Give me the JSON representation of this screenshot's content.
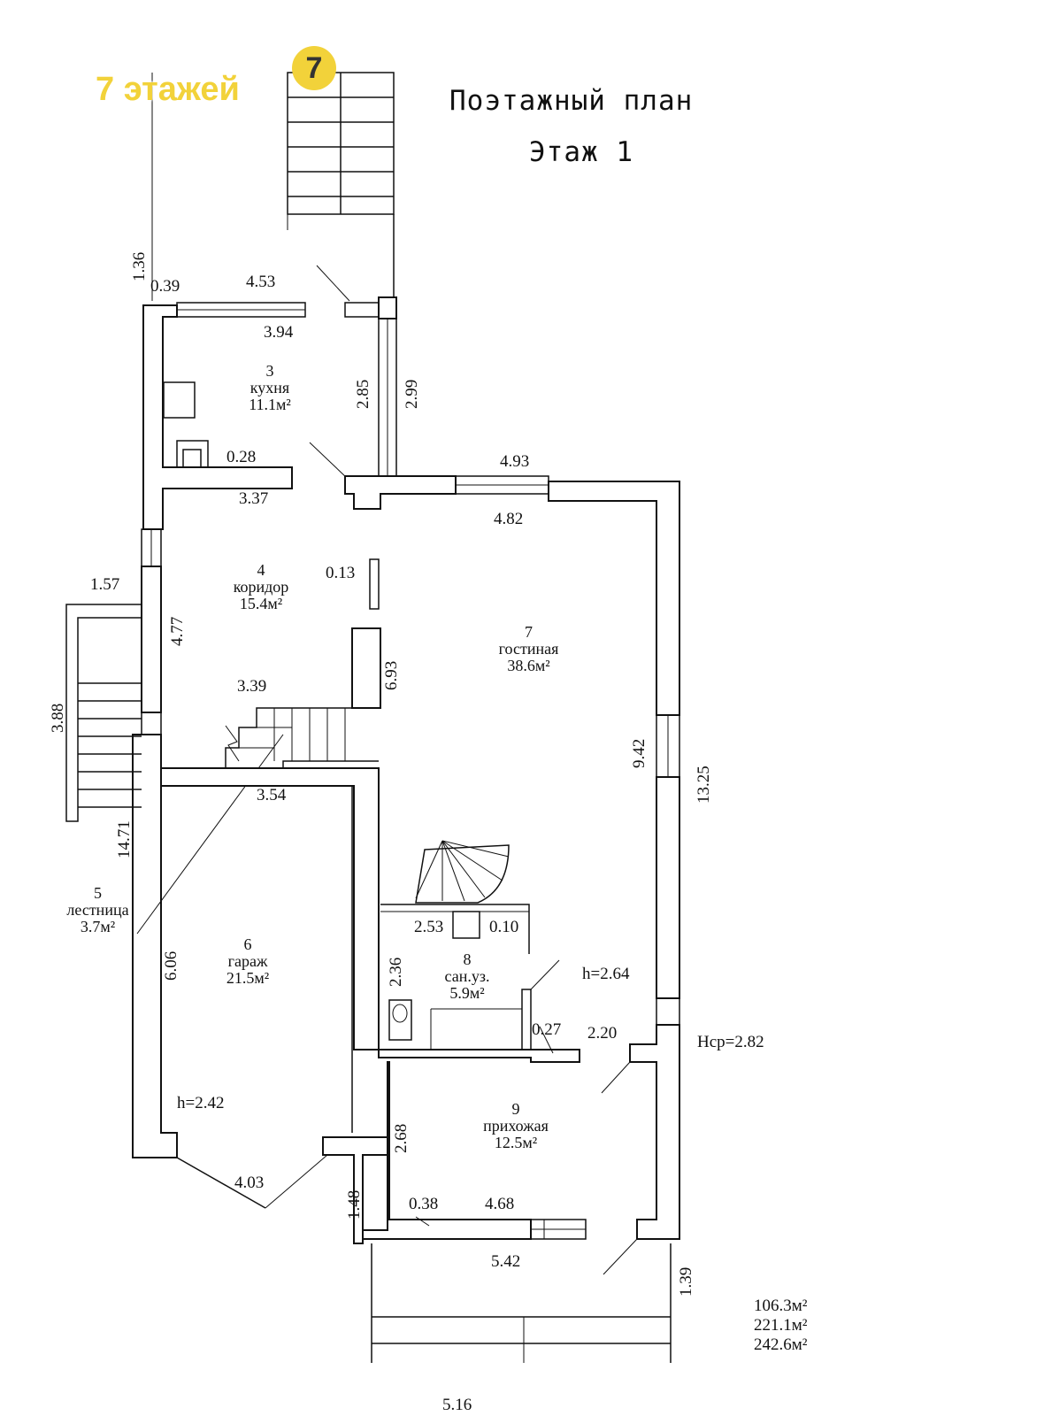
{
  "brand": {
    "text": "7 этажей",
    "icon_label": "7",
    "color": "#f2d23a"
  },
  "title": {
    "line1": "Поэтажный план",
    "line2": "Этаж 1"
  },
  "rooms": {
    "kitchen": {
      "number": "3",
      "name": "кухня",
      "area": "11.1м²"
    },
    "corridor": {
      "number": "4",
      "name": "коридор",
      "area": "15.4м²"
    },
    "stairs": {
      "number": "5",
      "name": "лестница",
      "area": "3.7м²"
    },
    "garage": {
      "number": "6",
      "name": "гараж",
      "area": "21.5м²"
    },
    "living": {
      "number": "7",
      "name": "гостиная",
      "area": "38.6м²"
    },
    "bathroom": {
      "number": "8",
      "name": "сан.уз.",
      "area": "5.9м²"
    },
    "hall": {
      "number": "9",
      "name": "прихожая",
      "area": "12.5м²"
    }
  },
  "dimensions": {
    "d_1_36": "1.36",
    "d_0_39": "0.39",
    "d_4_53": "4.53",
    "d_3_94": "3.94",
    "d_2_85": "2.85",
    "d_2_99": "2.99",
    "d_0_28": "0.28",
    "d_3_37": "3.37",
    "d_4_93": "4.93",
    "d_4_82": "4.82",
    "d_1_57": "1.57",
    "d_0_13": "0.13",
    "d_4_77": "4.77",
    "d_6_93": "6.93",
    "d_3_39": "3.39",
    "d_3_88": "3.88",
    "d_3_54": "3.54",
    "d_9_42": "9.42",
    "d_13_25": "13.25",
    "d_14_71": "14.71",
    "d_2_53": "2.53",
    "d_0_10": "0.10",
    "d_6_06": "6.06",
    "d_2_36": "2.36",
    "d_0_27": "0.27",
    "d_2_20": "2.20",
    "d_2_68": "2.68",
    "d_4_03": "4.03",
    "d_1_48": "1.48",
    "d_0_38": "0.38",
    "d_4_68": "4.68",
    "d_5_42": "5.42",
    "d_1_39": "1.39",
    "d_5_16": "5.16"
  },
  "heights": {
    "h_living": "h=2.64",
    "h_garage": "h=2.42",
    "h_avg": "Hср=2.82"
  },
  "totals": {
    "t1": "106.3м²",
    "t2": "221.1м²",
    "t3": "242.6м²"
  }
}
